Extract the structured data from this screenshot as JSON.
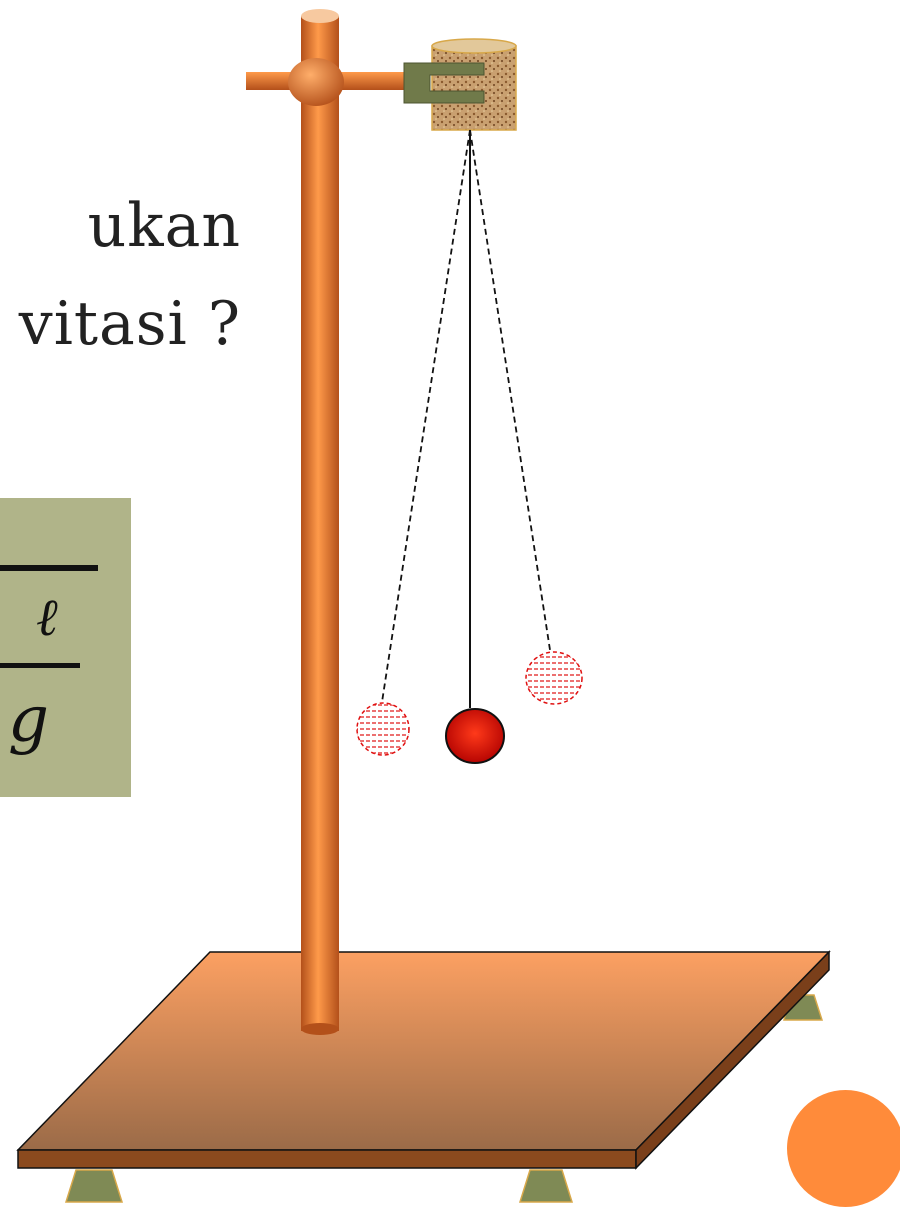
{
  "text": {
    "line1": "ukan",
    "line2": "vitasi ?"
  },
  "formula": {
    "numerator": "ℓ",
    "denominator": "g"
  },
  "colors": {
    "rod": "#ff8a38",
    "rod_shade": "#b3501a",
    "base_top": "#fca062",
    "base_dark": "#9b6b48",
    "base_edge": "#7a3f1a",
    "foot": "#7f8a55",
    "bob": "#d40000",
    "ghost_bob": "#e01010",
    "formula_bg": "#b0b489",
    "deco": "#ff8b3a"
  },
  "icons": {
    "bob": "pendulum-bob-icon",
    "cork": "cork-holder-icon"
  }
}
